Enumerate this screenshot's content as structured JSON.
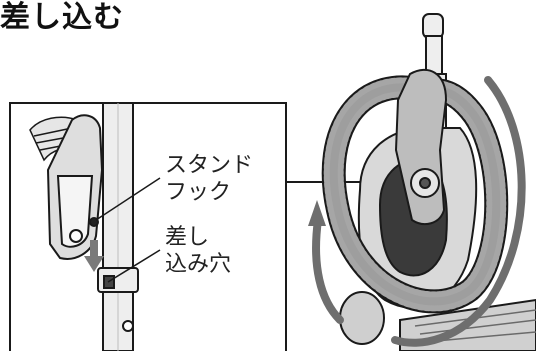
{
  "heading": "差し込む",
  "callouts": {
    "stand_hook_line1": "スタンド",
    "stand_hook_line2": "フック",
    "insert_hole_line1": "差し",
    "insert_hole_line2": "込み穴"
  },
  "colors": {
    "line": "#1a1a1a",
    "arrow": "#6e6e6e",
    "hose_fill": "#9a9a9a",
    "body_fill": "#d9d9d9"
  }
}
